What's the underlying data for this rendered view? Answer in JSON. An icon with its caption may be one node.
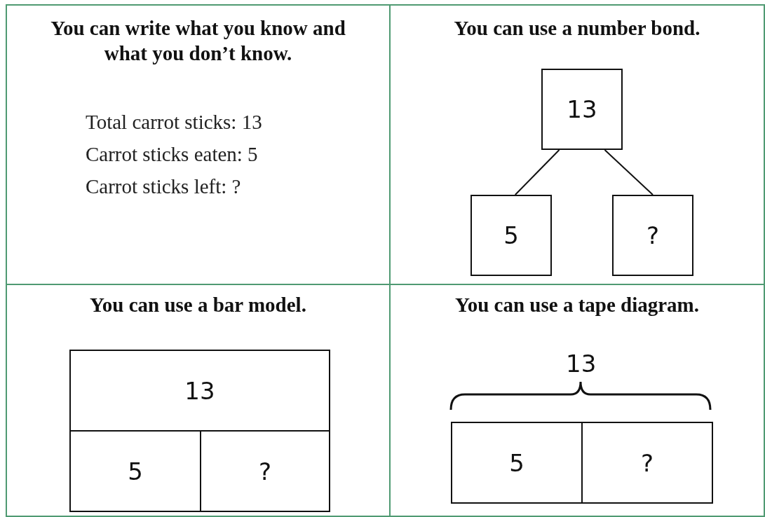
{
  "diagram": {
    "nodes": [
      {
        "text": [
          "You can write what you know and what you don’t know.",
          "Total carrot sticks: 13",
          "Carrot sticks eaten: 5",
          "Carrot sticks left: ?"
        ]
      },
      {
        "text": [
          "You can use a number bond."
        ]
      },
      {
        "text": [
          "13"
        ],
        "in": 1
      },
      {
        "text": [
          "5"
        ],
        "in": 1
      },
      {
        "text": [
          "?"
        ],
        "in": 1
      },
      {
        "text": [
          "You can use a bar model."
        ]
      },
      {
        "text": [
          "13"
        ],
        "in": 5
      },
      {
        "text": [
          "5"
        ],
        "in": 5
      },
      {
        "text": [
          "?"
        ],
        "in": 5
      },
      {
        "text": [
          "You can use a tape diagram."
        ]
      },
      {
        "text": [
          "5"
        ],
        "in": 9
      },
      {
        "text": [
          "?"
        ],
        "in": 9
      }
    ],
    "edges": [
      {
        "from": 2,
        "to": 3,
        "arrow": "none"
      },
      {
        "from": 2,
        "to": 4,
        "arrow": "none"
      }
    ],
    "labels": [
      "13"
    ]
  }
}
